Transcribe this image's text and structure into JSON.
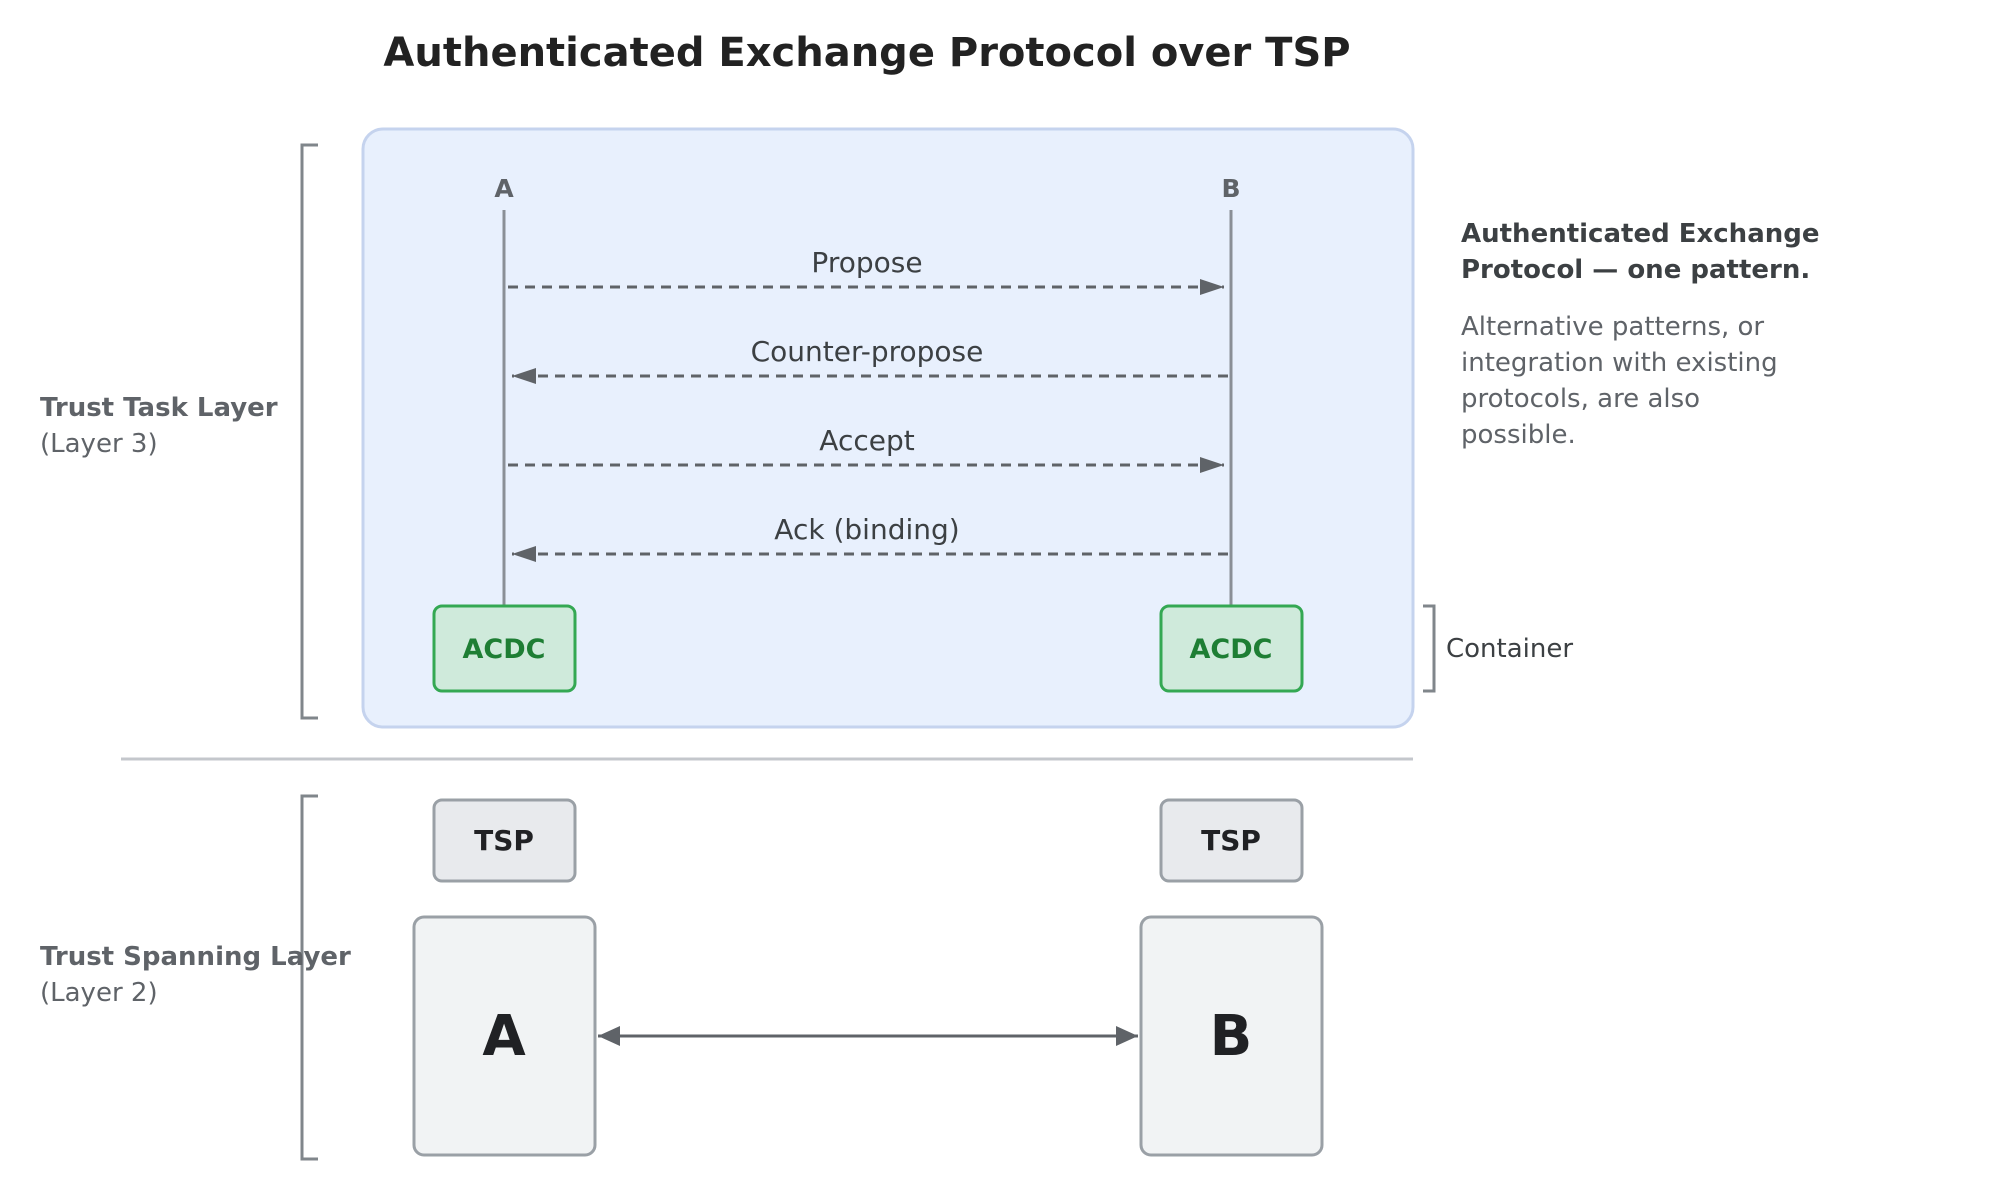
{
  "title": "Authenticated Exchange Protocol over TSP",
  "task_layer": {
    "name": "Trust Task Layer",
    "sub": "(Layer 3)",
    "lifeline_a": "A",
    "lifeline_b": "B",
    "messages": [
      {
        "label": "Propose",
        "direction": "a-to-b"
      },
      {
        "label": "Counter-propose",
        "direction": "b-to-a"
      },
      {
        "label": "Accept",
        "direction": "a-to-b"
      },
      {
        "label": "Ack (binding)",
        "direction": "b-to-a"
      }
    ],
    "acdc_a": "ACDC",
    "acdc_b": "ACDC",
    "container_label": "Container"
  },
  "spanning_layer": {
    "name": "Trust Spanning Layer",
    "sub": "(Layer 2)",
    "tsp_a": "TSP",
    "tsp_b": "TSP",
    "party_a": "A",
    "party_b": "B"
  },
  "note": {
    "title_line1": "Authenticated Exchange",
    "title_line2": "Protocol — one pattern.",
    "body_line1": "Alternative patterns, or",
    "body_line2": "integration with existing",
    "body_line3": "protocols, are also",
    "body_line4": "possible."
  },
  "colors": {
    "task_panel_fill": "#e8f0fd",
    "task_panel_stroke": "#c5d3ee",
    "acdc_fill": "#cfeadb",
    "acdc_stroke": "#34a853",
    "tsp_fill": "#e8eaed",
    "party_fill": "#f1f3f4",
    "box_stroke": "#9aa0a6",
    "arrow": "#5f6368"
  }
}
